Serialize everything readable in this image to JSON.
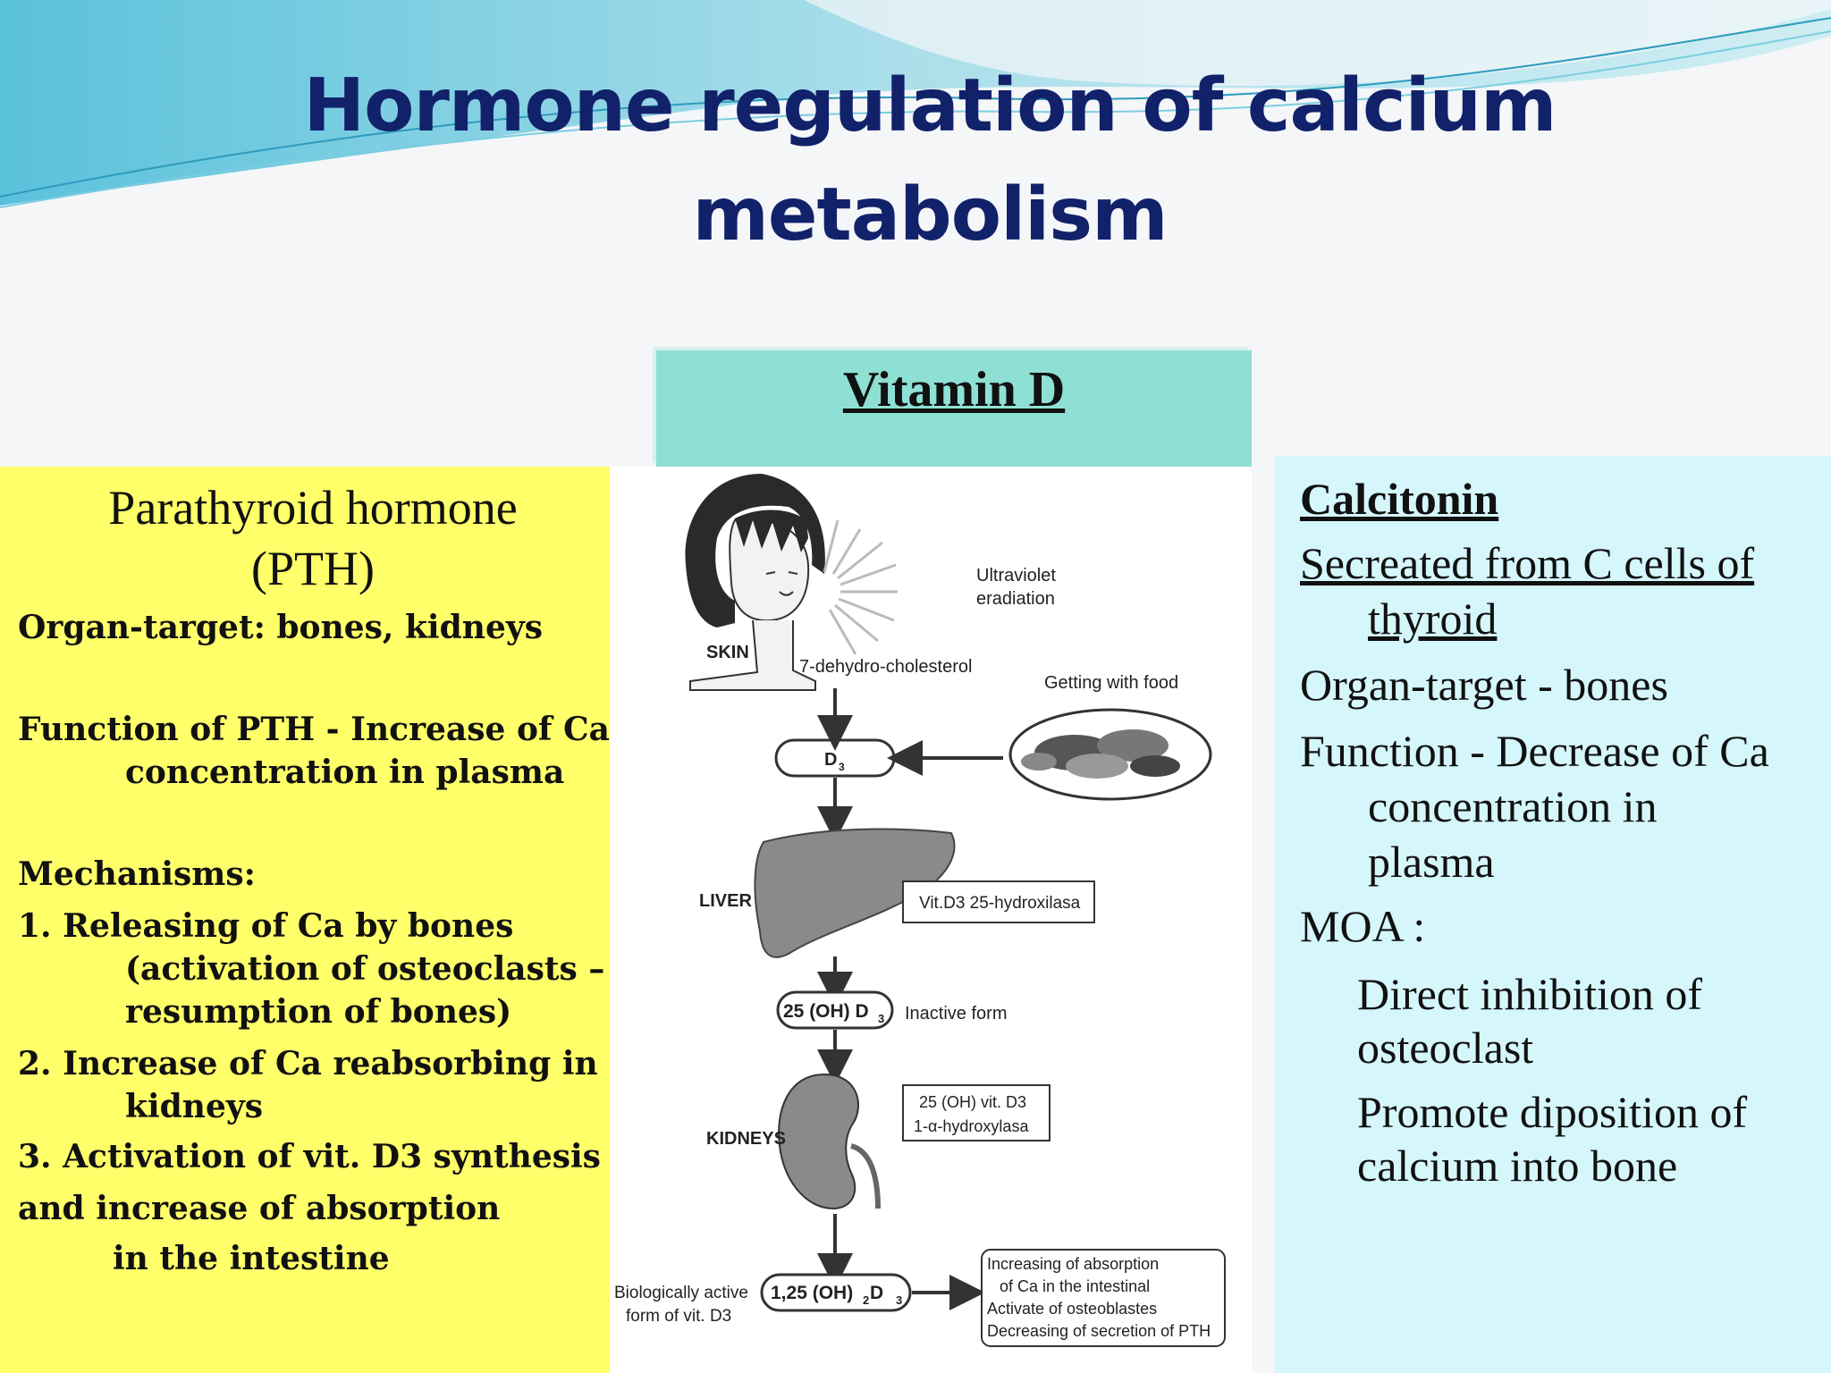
{
  "slide": {
    "title_line1": "Hormone regulation of calcium",
    "title_line2": "metabolism"
  },
  "vitamin_d": {
    "header": "Vitamin D",
    "diagram": {
      "skin_label": "SKIN",
      "uv_label_1": "Ultraviolet",
      "uv_label_2": "eradiation",
      "precursor": "7-dehydro-cholesterol",
      "food_label": "Getting with food",
      "d3_label": "D",
      "d3_sub": "3",
      "liver_label": "LIVER",
      "liver_enzyme": "Vit.D3 25-hydroxilasa",
      "intermediate": "25 (OH) D",
      "intermediate_sub": "3",
      "inactive_label": "Inactive form",
      "kidneys_label": "KIDNEYS",
      "kidney_enzyme_1": "25 (OH) vit. D3",
      "kidney_enzyme_2": "1-α-hydroxylasa",
      "active_label_1": "Biologically active",
      "active_label_2": "form of vit. D3",
      "active_form": "1,25 (OH)",
      "active_form_sub1": "2",
      "active_form_d": " D",
      "active_form_sub2": "3",
      "effect_1": "Increasing of absorption",
      "effect_2": "of Ca in the intestinal",
      "effect_3": "Activate of osteoblastes",
      "effect_4": "Decreasing of secretion of PTH"
    }
  },
  "pth": {
    "heading_line1": "Parathyroid hormone",
    "heading_line2": "(PTH)",
    "organ_target": "Organ-target: bones, kidneys",
    "function_line1": "Function of PTH - Increase of Ca",
    "function_line2": "concentration in plasma",
    "mechanisms_label": "Mechanisms:",
    "mech1_line1": "1. Releasing of Ca by bones",
    "mech1_line2": "(activation of osteoclasts  –",
    "mech1_line3": "resumption of bones)",
    "mech2_line1": "2. Increase of Ca reabsorbing in",
    "mech2_line2": "kidneys",
    "mech3_line1": "3. Activation of vit. D3 synthesis",
    "mech3_line2": "and increase of absorption",
    "mech3_line3": "in the intestine"
  },
  "calcitonin": {
    "heading": "Calcitonin",
    "secreted_line1": "Secreated from C cells of",
    "secreted_line2": "thyroid",
    "organ_target": "Organ-target - bones",
    "function_line1": "Function - Decrease of Ca",
    "function_line2": "concentration in",
    "function_line3": "plasma",
    "moa_label": "MOA :",
    "moa1_line1": "Direct inhibition of",
    "moa1_line2": "osteoclast",
    "moa2_line1": "Promote diposition of",
    "moa2_line2": "calcium into bone"
  },
  "colors": {
    "title": "#12226a",
    "pth_panel": "#ffff6a",
    "vitd_header": "#8ee0d4",
    "calcitonin_panel": "#d5f6fb",
    "wave": "#5cc6dc"
  }
}
